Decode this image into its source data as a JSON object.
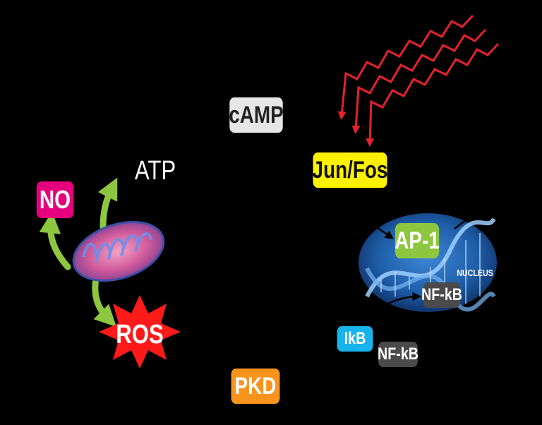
{
  "labels": {
    "camp": "cAMP",
    "jun_fos": "Jun/Fos",
    "pkd": "PKD",
    "no": "NO",
    "atp": "ATP",
    "ros": "ROS",
    "ap1": "AP-1",
    "nucleus": "NUCLEUS",
    "nfkb_nucleus": "NF-kB",
    "ikb": "IkB",
    "nfkb_cytoplasm": "NF-kB"
  },
  "colors": {
    "background": "#000000",
    "camp": "#e6e6e6",
    "jun_fos": "#fff200",
    "pkd": "#f7941d",
    "no": "#e6007e",
    "ap1": "#8dc63f",
    "nfkb": "#4a4a4a",
    "ikb": "#17b3ea",
    "ros": "#ff1a1a",
    "arrow_green": "#8dc63f",
    "radiation_red": "#e3222d",
    "nucleus_blue": "#1e5ea8",
    "mito_pink": "#d05a9a"
  },
  "icons": [
    "mitochondrion-icon",
    "nucleus-dna-icon",
    "radiation-wave-icon",
    "ros-burst-icon"
  ]
}
